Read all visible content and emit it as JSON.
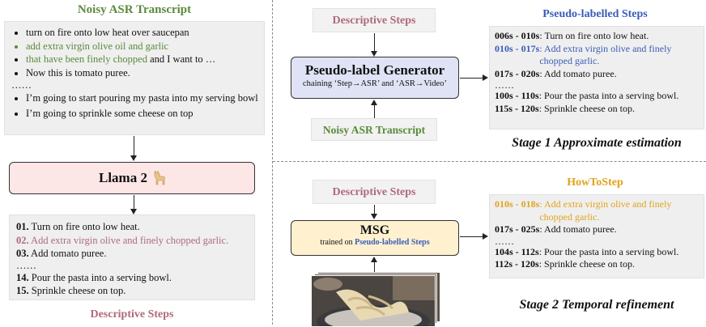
{
  "left": {
    "asr_title": "Noisy ASR Transcript",
    "asr_items": [
      {
        "text": "turn on fire onto low heat over saucepan",
        "parts": []
      },
      {
        "text": "add extra virgin olive oil and garlic",
        "parts": []
      },
      {
        "text_green": "that have been finely chopped",
        "text_rest": " and I want to …"
      },
      {
        "text": "Now this is tomato puree."
      },
      {
        "text": "I’m going to start pouring my pasta into my serving bowl"
      },
      {
        "text": "I’m going to sprinkle some cheese on top"
      }
    ],
    "asr_ellipsis": "……",
    "llama_label": "Llama 2",
    "llama_icon": "llama-icon",
    "steps": [
      {
        "num": "01.",
        "text": " Turn on fire onto low heat."
      },
      {
        "num": "02.",
        "text": " Add extra virgin olive and finely chopped garlic."
      },
      {
        "num": "03.",
        "text": " Add tomato puree."
      },
      {
        "num": "14.",
        "text": " Pour the pasta into a serving bowl."
      },
      {
        "num": "15.",
        "text": " Sprinkle cheese on top."
      }
    ],
    "steps_ellipsis": "……",
    "steps_caption": "Descriptive Steps"
  },
  "stage1": {
    "desc_label": "Descriptive Steps",
    "gen_title": "Pseudo-label Generator",
    "gen_sub": "chaining ‘Step→ASR’ and ‘ASR→Video’",
    "asr_label": "Noisy ASR Transcript",
    "result_title": "Pseudo-labelled Steps",
    "rows": [
      {
        "time": "006s - 010s",
        "text": ": Turn on fire onto low heat."
      },
      {
        "time": "010s - 017s",
        "text": ": Add extra virgin olive and finely chopped garlic."
      },
      {
        "time": "017s - 020s",
        "text": ": Add tomato puree."
      },
      {
        "time": "100s - 110s",
        "text": ": Pour the pasta into a serving bowl."
      },
      {
        "time": "115s - 120s",
        "text": ": Sprinkle cheese on top."
      }
    ],
    "ellipsis": "……",
    "caption": "Stage 1  Approximate estimation"
  },
  "stage2": {
    "desc_label": "Descriptive Steps",
    "msg_title": "MSG",
    "msg_sub_prefix": "trained on ",
    "msg_sub_highlight": "Pseudo-labelled Steps",
    "result_title": "HowToStep",
    "rows": [
      {
        "time": "010s - 018s",
        "text": ": Add extra virgin olive and finely chopped garlic."
      },
      {
        "time": "017s - 025s",
        "text": ": Add tomato puree."
      },
      {
        "time": "104s - 112s",
        "text": ": Pour the pasta into a serving bowl."
      },
      {
        "time": "112s - 120s",
        "text": ": Sprinkle cheese on top."
      }
    ],
    "ellipsis": "……",
    "caption": "Stage 2  Temporal refinement"
  },
  "colors": {
    "green": "#5a8a3a",
    "pink": "#b06a7a",
    "blue": "#3a5cb8",
    "gold": "#e0a31c",
    "llama_bg": "#fde6e6",
    "gen_bg": "#dfe3f5",
    "msg_bg": "#fff1cf"
  }
}
